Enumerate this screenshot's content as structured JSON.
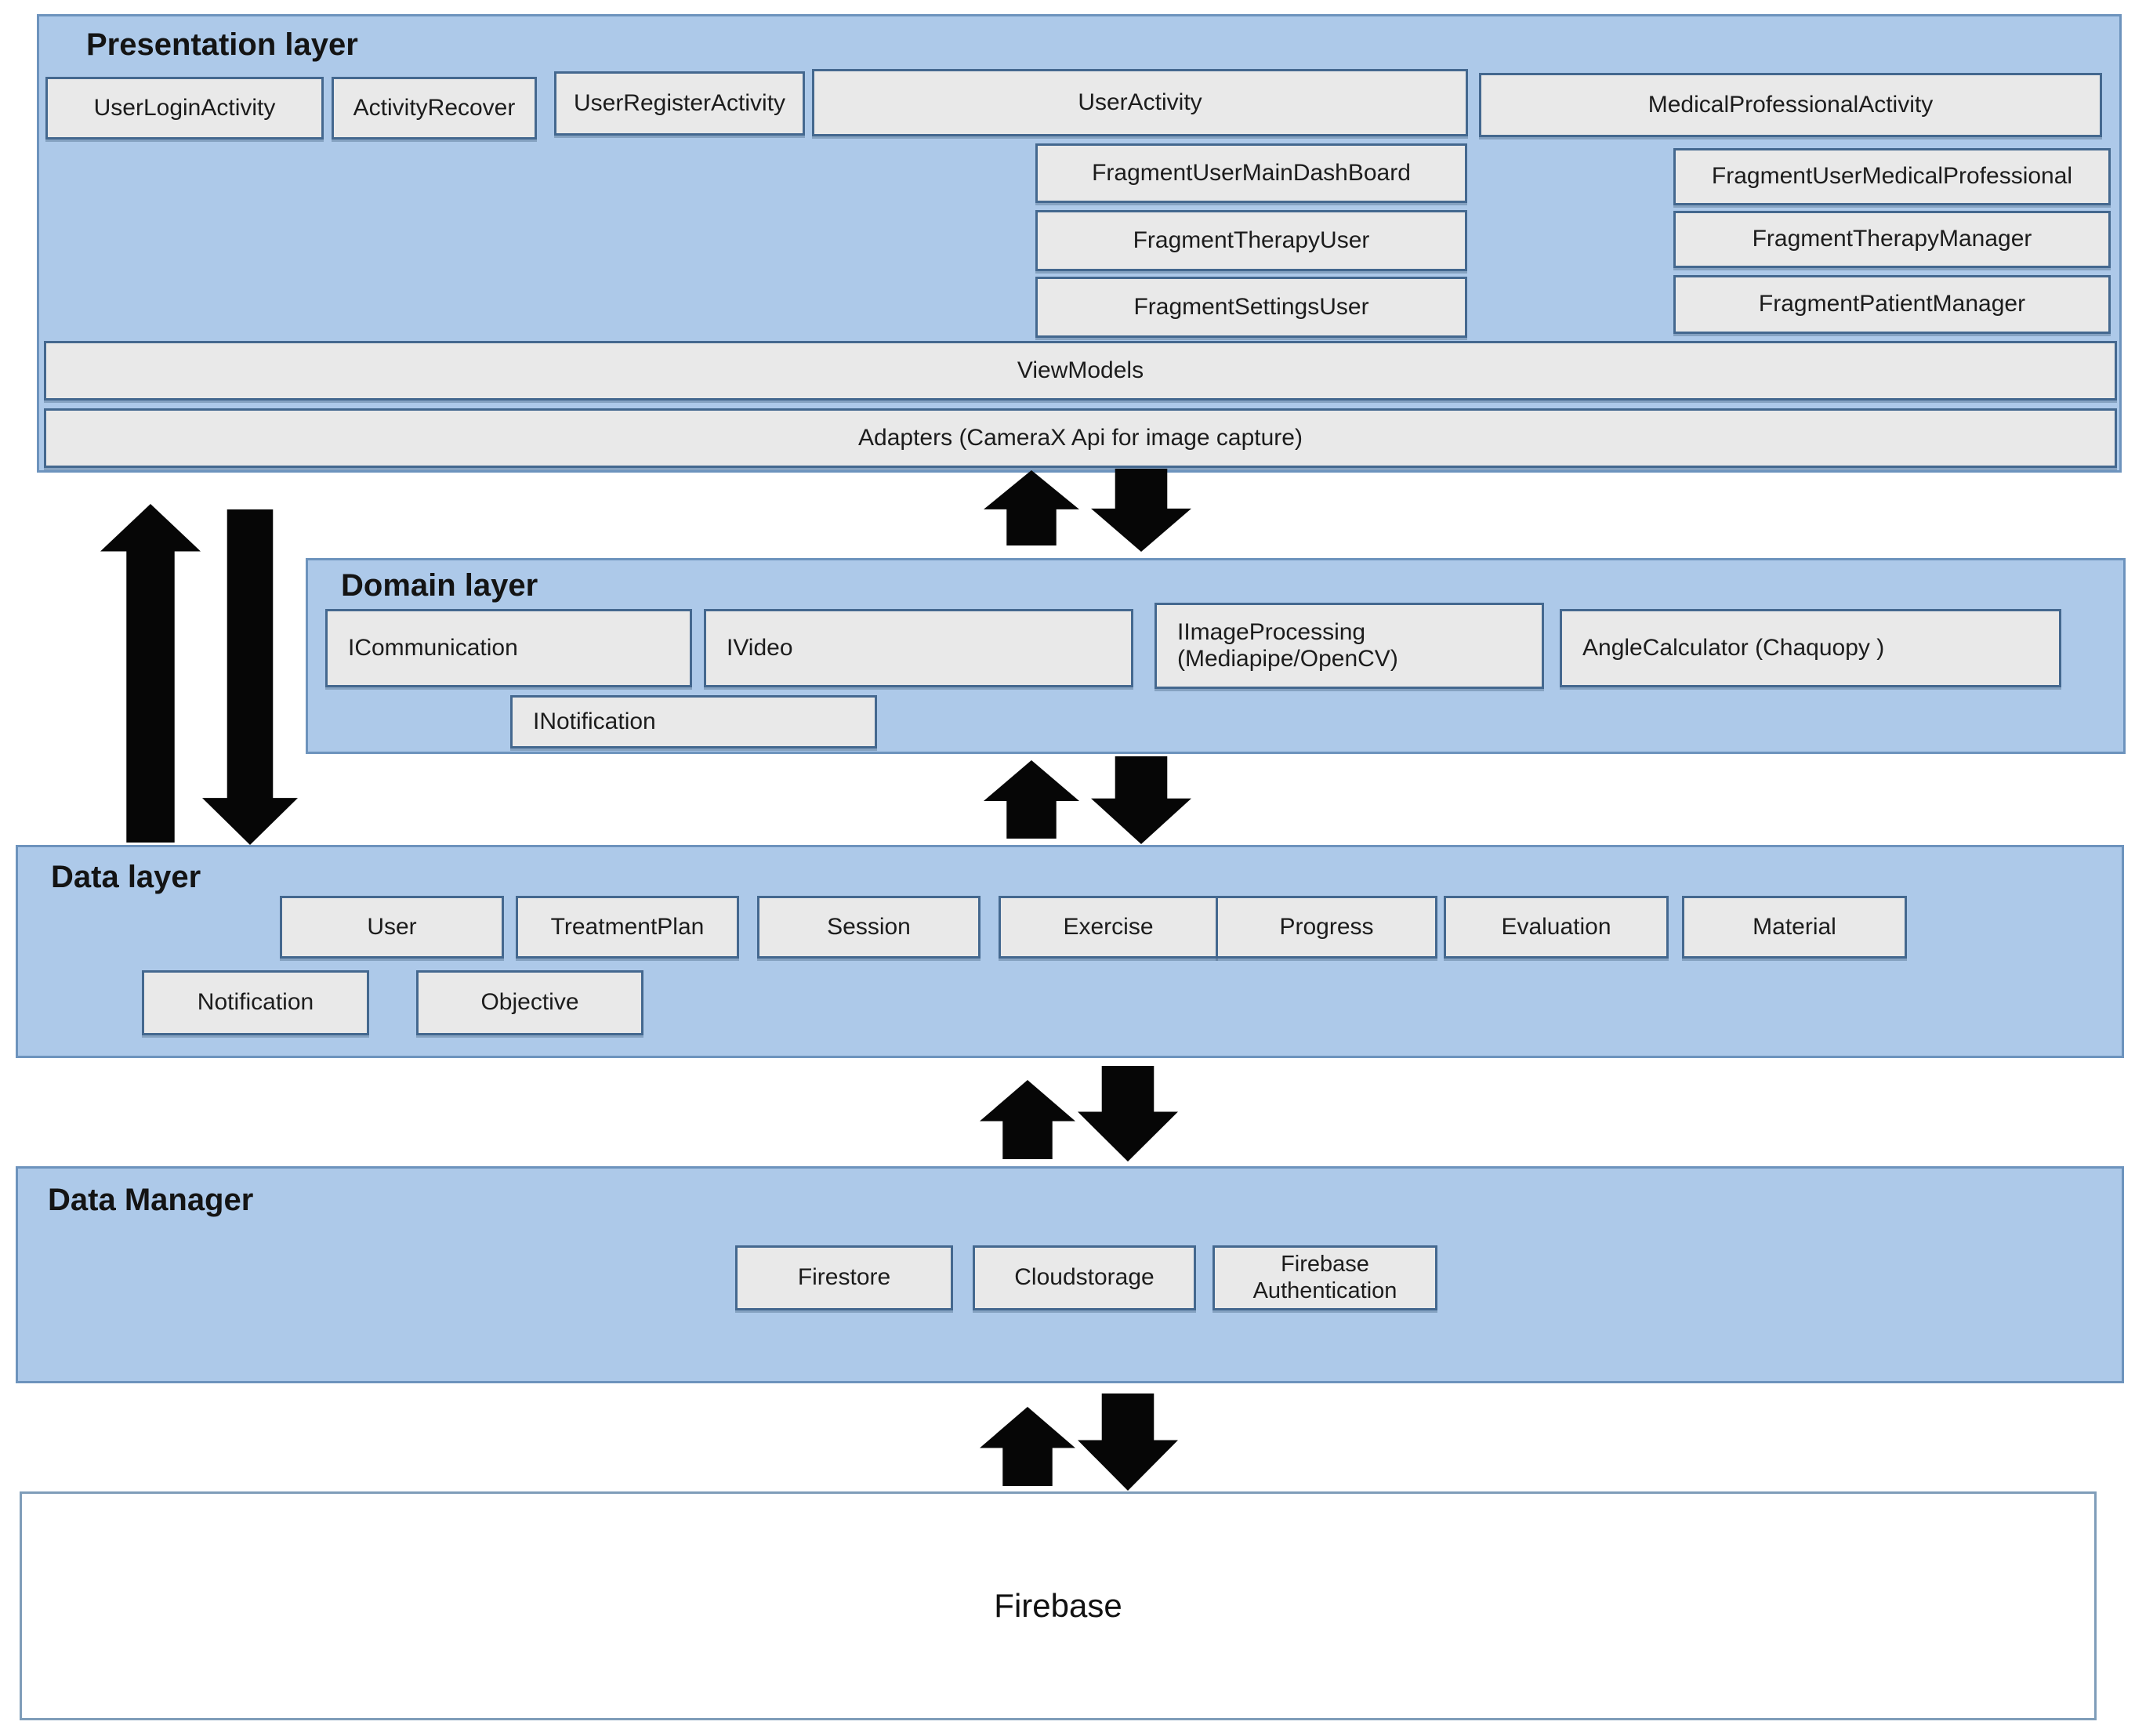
{
  "colors": {
    "layer_background": "#adc9e9",
    "layer_border": "#6d93bd",
    "box_fill": "#e9e9e9",
    "box_border": "#44688f",
    "arrow": "#060606",
    "backend_border": "#7f9db9"
  },
  "presentation": {
    "title": "Presentation layer",
    "activities": [
      "UserLoginActivity",
      "ActivityRecover",
      "UserRegisterActivity",
      "UserActivity",
      "MedicalProfessionalActivity"
    ],
    "user_fragments": [
      "FragmentUserMainDashBoard",
      "FragmentTherapyUser",
      "FragmentSettingsUser"
    ],
    "medical_fragments": [
      "FragmentUserMedicalProfessional",
      "FragmentTherapyManager",
      "FragmentPatientManager"
    ],
    "viewmodels_label": "ViewModels",
    "adapters_label": "Adapters (CameraX Api for image capture)"
  },
  "domain": {
    "title": "Domain layer",
    "interfaces": [
      "ICommunication",
      "IVideo",
      "IImageProcessing (Mediapipe/OpenCV)",
      "AngleCalculator (Chaquopy )",
      "INotification"
    ]
  },
  "data_layer": {
    "title": "Data layer",
    "entities_row1": [
      "User",
      "TreatmentPlan",
      "Session",
      "Exercise",
      "Progress",
      "Evaluation",
      "Material"
    ],
    "entities_row2": [
      "Notification",
      "Objective"
    ]
  },
  "data_manager": {
    "title": "Data Manager",
    "services": [
      "Firestore",
      "Cloudstorage",
      "Firebase Authentication"
    ]
  },
  "backend": {
    "label": "Firebase"
  },
  "connectors": [
    {
      "from": "Presentation layer",
      "to": "Domain layer",
      "type": "bidirectional"
    },
    {
      "from": "Presentation layer",
      "to": "Data layer",
      "type": "bidirectional"
    },
    {
      "from": "Domain layer",
      "to": "Data layer",
      "type": "bidirectional"
    },
    {
      "from": "Data layer",
      "to": "Data Manager",
      "type": "bidirectional"
    },
    {
      "from": "Data Manager",
      "to": "Firebase",
      "type": "bidirectional"
    }
  ]
}
